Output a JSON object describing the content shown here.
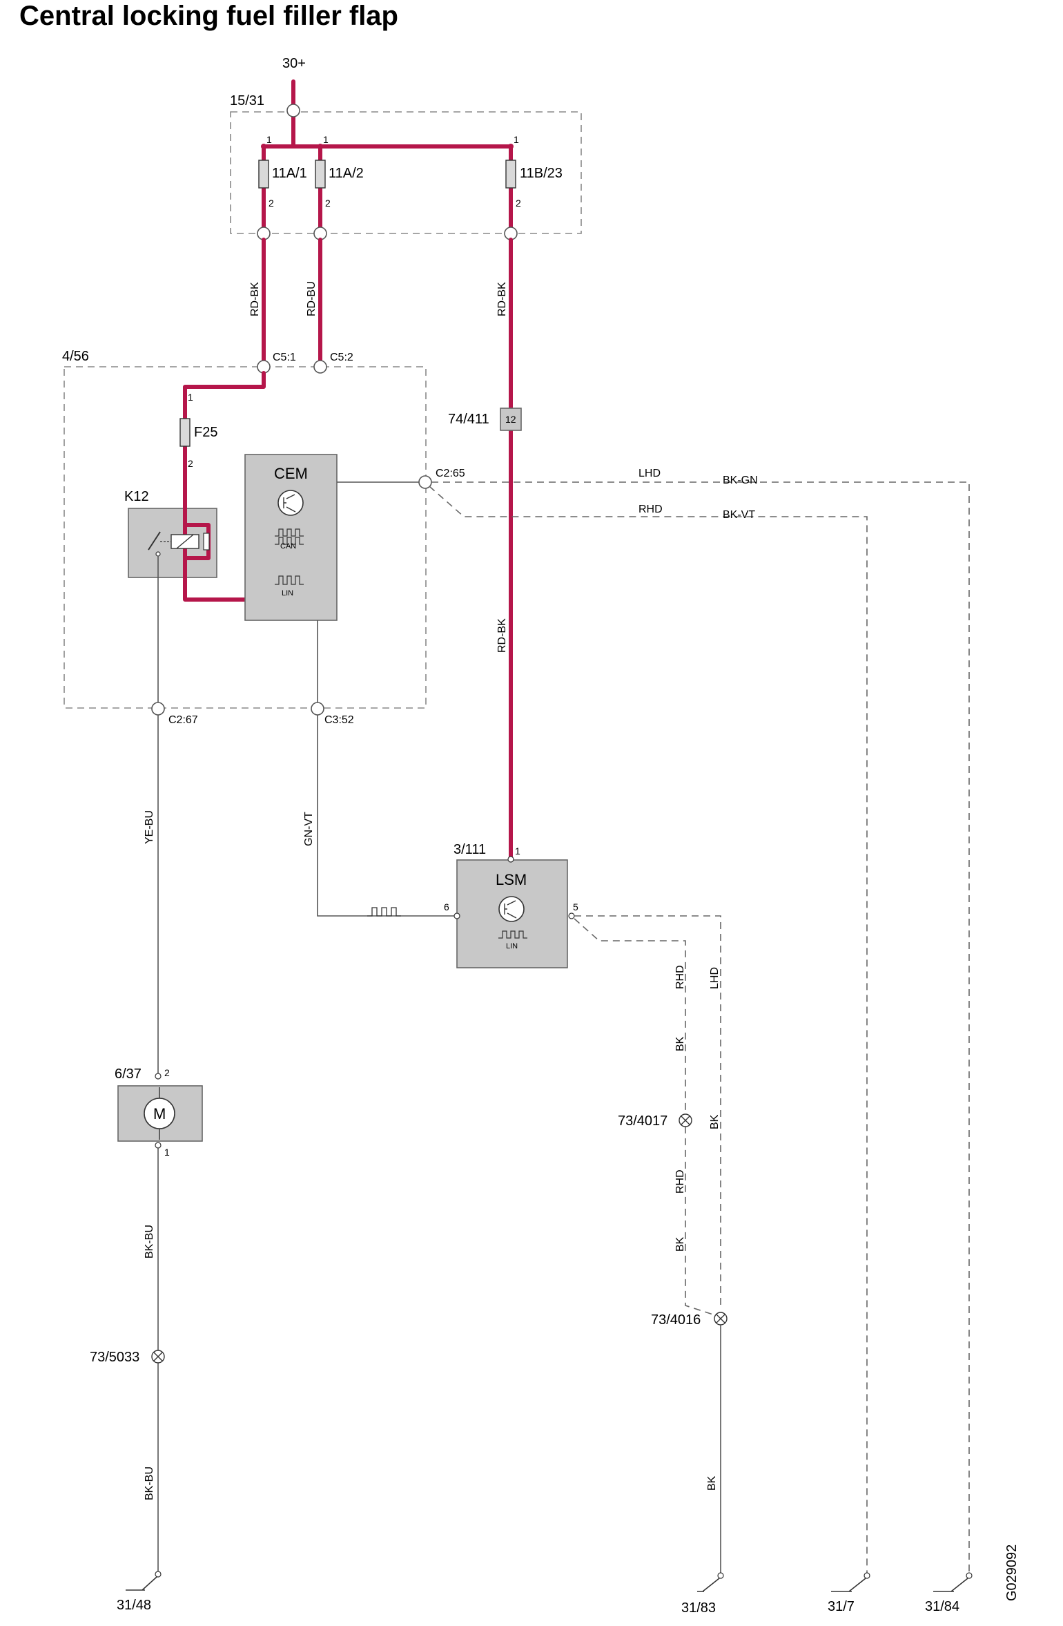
{
  "title": "Central locking fuel filler flap",
  "figure_id": "G029092",
  "supply": "30+",
  "components": {
    "fuse_box": "15/31",
    "fuses": [
      {
        "id": "11A/1",
        "pin_in": "1",
        "pin_out": "2"
      },
      {
        "id": "11A/2",
        "pin_in": "1",
        "pin_out": "2"
      },
      {
        "id": "11B/23",
        "pin_in": "1",
        "pin_out": "2"
      }
    ],
    "cem_box": "4/56",
    "cem_label": "CEM",
    "cem_bus1": "CAN",
    "cem_bus2": "LIN",
    "fuse_f25": "F25",
    "f25_pin1": "1",
    "f25_pin2": "2",
    "relay": "K12",
    "splice": "74/411",
    "splice_pin": "12",
    "lsm_id": "3/111",
    "lsm_label": "LSM",
    "lsm_bus": "LIN",
    "lsm_pin_in": "1",
    "lsm_pin_lin": "6",
    "lsm_pin_gnd": "5",
    "motor_id": "6/37",
    "motor_label": "M",
    "motor_pin_top": "2",
    "motor_pin_bottom": "1"
  },
  "connectors": {
    "c51": "C5:1",
    "c52": "C5:2",
    "c265": "C2:65",
    "c267": "C2:67",
    "c352": "C3:52"
  },
  "wires": {
    "rdbk_1": "RD-BK",
    "rdbu": "RD-BU",
    "rdbk_2": "RD-BK",
    "rdbk_3": "RD-BK",
    "yebu": "YE-BU",
    "gnvt": "GN-VT",
    "bkbu_1": "BK-BU",
    "bkbu_2": "BK-BU",
    "bk_r1": "BK",
    "bk_l": "BK",
    "bk_r2": "BK",
    "bk_bottom": "BK",
    "lhd_cem": "LHD",
    "bkgn": "BK-GN",
    "rhd_cem": "RHD",
    "bkvt": "BK-VT",
    "rhd_v1": "RHD",
    "lhd_v": "LHD",
    "rhd_v2": "RHD"
  },
  "ground_splices": [
    "73/4017",
    "73/4016",
    "73/5033"
  ],
  "grounds": [
    "31/48",
    "31/83",
    "31/7",
    "31/84"
  ],
  "colors": {
    "power_wire": "#b5164a",
    "module_fill": "#c8c8c8",
    "signal_wire": "#555555"
  }
}
